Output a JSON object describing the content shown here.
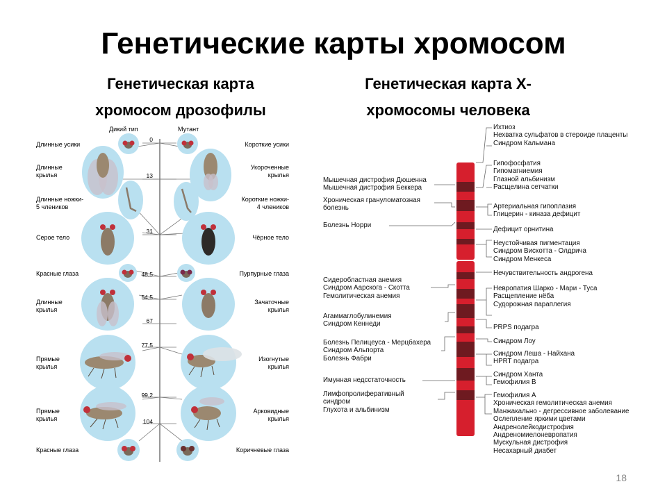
{
  "title": "Генетические карты хромосом",
  "subtitle_left": [
    "Генетическая карта",
    "хромосом дрозофилы"
  ],
  "subtitle_right": [
    "Генетическая карта Х-",
    "хромосомы человека"
  ],
  "page_number": "18",
  "drosophila": {
    "header_wild": "Дикий тип",
    "header_mutant": "Мутант",
    "loci": [
      {
        "pos": "0",
        "wild": [
          "Длинные усики"
        ],
        "mutant": [
          "Короткие усики"
        ]
      },
      {
        "pos": "13",
        "wild": [
          "Длинные",
          "крылья"
        ],
        "mutant": [
          "Укороченные",
          "крылья"
        ]
      },
      {
        "pos": "",
        "wild": [
          "Длинные ножки-",
          "5 члеников"
        ],
        "mutant": [
          "Короткие ножки-",
          "4 члеников"
        ]
      },
      {
        "pos": "31",
        "wild": [
          "Серое тело"
        ],
        "mutant": [
          "Чёрное тело"
        ]
      },
      {
        "pos": "48,5",
        "wild": [
          "Красные глаза"
        ],
        "mutant": [
          "Пурпурные глаза"
        ]
      },
      {
        "pos": "54,5",
        "wild": [
          "Длинные",
          "крылья"
        ],
        "mutant": [
          "Зачаточные",
          "крылья"
        ]
      },
      {
        "pos": "67",
        "wild": [],
        "mutant": []
      },
      {
        "pos": "77,5",
        "wild": [
          "Прямые",
          "крылья"
        ],
        "mutant": [
          "Изогнутые",
          "крылья"
        ]
      },
      {
        "pos": "99,2",
        "wild": [
          "Прямые",
          "крылья"
        ],
        "mutant": [
          "Арковидные",
          "крылья"
        ]
      },
      {
        "pos": "104",
        "wild": [
          "Красные глаза"
        ],
        "mutant": [
          "Коричневые глаза"
        ]
      }
    ]
  },
  "human_x": {
    "left_groups": [
      [
        "Мышечная дистрофия Дюшенна",
        "Мышечная дистрофия Беккера"
      ],
      [
        "Хроническая грануломатозная",
        "болезнь"
      ],
      [
        "Болезнь Норри"
      ],
      [
        "Сидеробластная анемия",
        "Синдром Аарскога - Скотта",
        "Гемолитическая анемия"
      ],
      [
        "Агаммаглобулинемия",
        "Синдром Кеннеди"
      ],
      [
        "Болезнь Пелицеуса - Мерцбахера",
        "Синдром Альпорта",
        "Болезнь Фабри"
      ],
      [
        "Имунная недсстаточность"
      ],
      [
        "Лимфопролиферативный",
        "синдром",
        "Глухота и альбинизм"
      ]
    ],
    "right_groups": [
      [
        "Ихтиоз",
        "Нехватка сульфатов в стероиде плаценты",
        "Синдром Кальмана"
      ],
      [
        "Гипофосфатия",
        "Гипомагниемия",
        "Глазной альбинизм",
        "Расщелина сетчатки"
      ],
      [
        "Артериальная гипоплазия",
        "Глицерин - киназа дефицит"
      ],
      [
        "Дефицит орнитина"
      ],
      [
        "Неустойчивая пигментация",
        "Синдром Вискотта - Олдрича",
        "Синдром Менкеса"
      ],
      [
        "Нечувствительность андрогена"
      ],
      [
        "Невропатия Шарко - Мари - Туса",
        "Расщепление нёба",
        "Судорожная параплегия"
      ],
      [
        "PRPS подагра"
      ],
      [
        "Синдром Лоу"
      ],
      [
        "Синдром Леша - Найхана",
        "HPRT подагра"
      ],
      [
        "Синдром Ханта",
        "Гемофилия В"
      ],
      [
        "Гемофилия А",
        "Хроническая гемолитическая анемия",
        "Манжакально - дегрессивное заболевание",
        "Ослепление яркими цветами",
        "Андренолейкодистрофия",
        "Андреномиелоневропатия",
        "Мускульная дистрофия",
        "Несахарный диабет"
      ]
    ]
  }
}
